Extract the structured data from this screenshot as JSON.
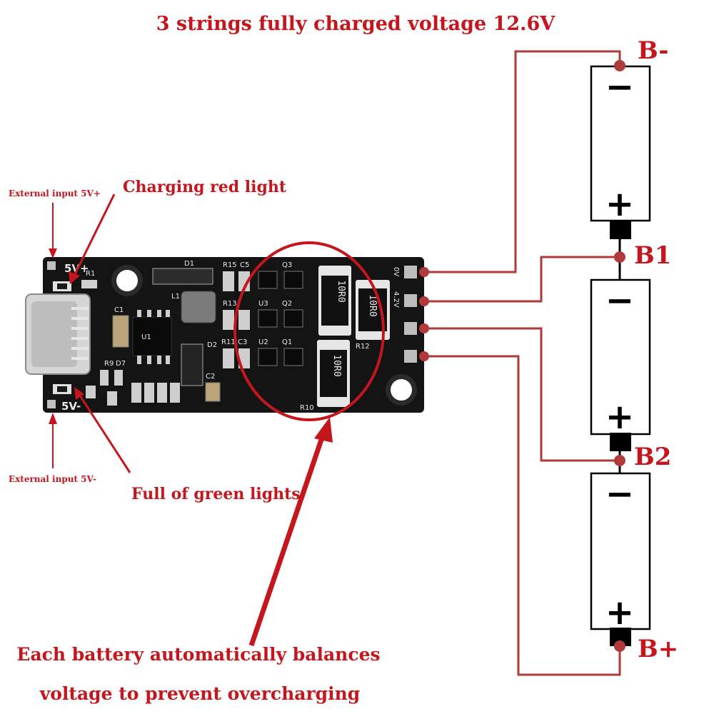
{
  "title": "3 strings fully charged voltage 12.6V",
  "annotations": {
    "charging_light": "Charging red light",
    "full_light": "Full of green lights",
    "ext_input_pos": "External input 5V+",
    "ext_input_neg": "External input 5V-",
    "balance_line1": "Each battery automatically balances",
    "balance_line2": "voltage to prevent overcharging"
  },
  "terminals": {
    "b_minus": "B-",
    "b1": "B1",
    "b2": "B2",
    "b_plus": "B+"
  },
  "cell_symbols": {
    "minus": "−",
    "plus": "+"
  },
  "board_silkscreen": {
    "v_plus": "5V+",
    "v_minus": "5V-",
    "r1": "R1",
    "d1": "D1",
    "d2": "D2",
    "c1": "C1",
    "c2": "C2",
    "c3": "C3",
    "c5": "C5",
    "q1": "Q1",
    "q2": "Q2",
    "q3": "Q3",
    "u2": "U2",
    "u3": "U3",
    "r10": "R10",
    "r11": "R11",
    "r12": "R12",
    "r13": "R13",
    "r15": "R15",
    "r9": "R9",
    "d7": "D7",
    "l1": "L1",
    "ic_label": "U1",
    "out_0v": "0V",
    "out_42v": "4.2V",
    "res_code": "10R0"
  },
  "colors": {
    "annotation_red": "#c4161c",
    "wire": "#b03a3a",
    "pcb": "#141414"
  }
}
